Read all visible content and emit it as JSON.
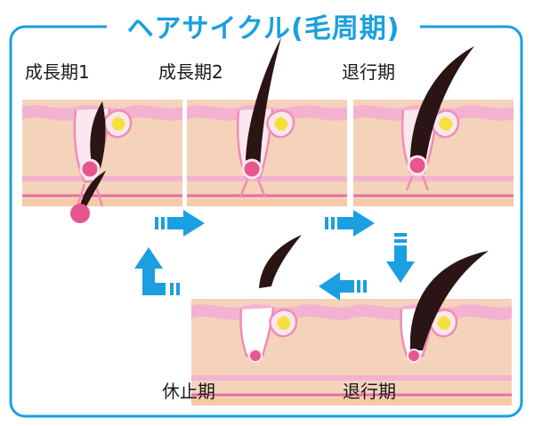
{
  "title": "ヘアサイクル(毛周期)",
  "stages": {
    "growth1": "成長期1",
    "growth2": "成長期2",
    "catagen_top": "退行期",
    "telogen": "休止期",
    "catagen_bottom": "退行期"
  },
  "colors": {
    "frame": "#1a9fe0",
    "arrow": "#1a9fe0",
    "skin": "#f5d3bb",
    "epidermis": "#f3b2cf",
    "hair": "#2a1414",
    "papilla": "#e8558f",
    "gland": "#f7e03c"
  }
}
